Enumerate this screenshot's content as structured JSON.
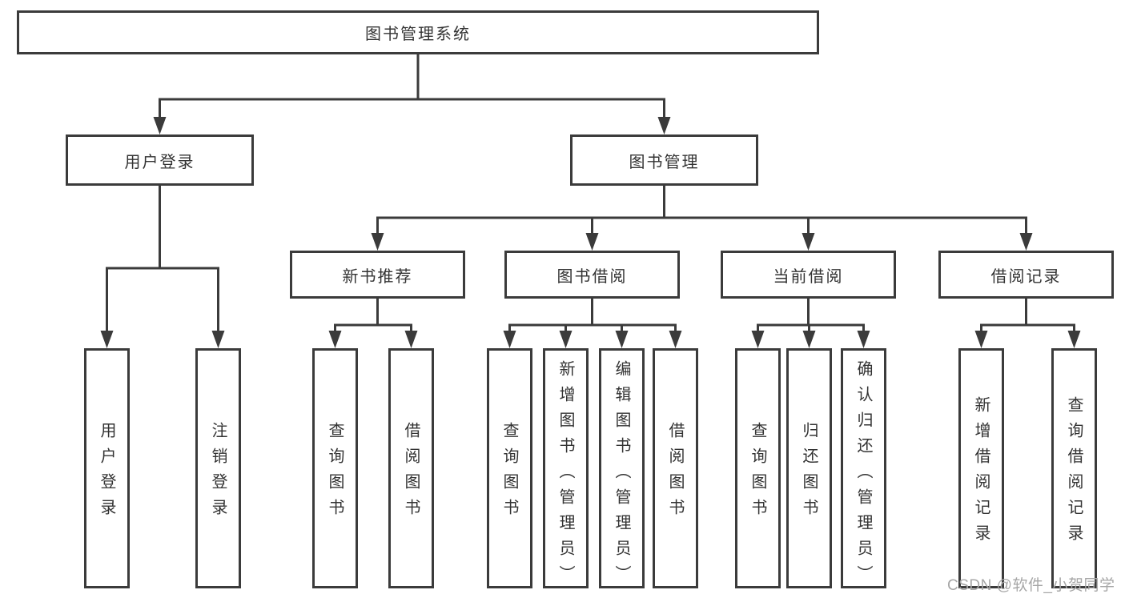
{
  "root": {
    "label": "图书管理系统"
  },
  "level1": {
    "user_login": {
      "label": "用户登录"
    },
    "book_management": {
      "label": "图书管理"
    }
  },
  "level2": {
    "new_books": {
      "label": "新书推荐"
    },
    "book_borrow": {
      "label": "图书借阅"
    },
    "current_borrow": {
      "label": "当前借阅"
    },
    "borrow_records": {
      "label": "借阅记录"
    }
  },
  "leaves": {
    "user_login": [
      "用户登录",
      "注销登录"
    ],
    "new_books": [
      "查询图书",
      "借阅图书"
    ],
    "book_borrow": [
      "查询图书",
      "新增图书（管理员）",
      "编辑图书（管理员）",
      "借阅图书"
    ],
    "current_borrow": [
      "查询图书",
      "归还图书",
      "确认归还（管理员）"
    ],
    "borrow_records": [
      "新增借阅记录",
      "查询借阅记录"
    ]
  },
  "watermark": {
    "text": "CSDN @软件_小贺同学"
  },
  "colors": {
    "line": "#3b3b3b",
    "text": "#333333",
    "box_background": "#ffffff",
    "watermark": "#a6a6a6",
    "page_background": "#ffffff"
  }
}
